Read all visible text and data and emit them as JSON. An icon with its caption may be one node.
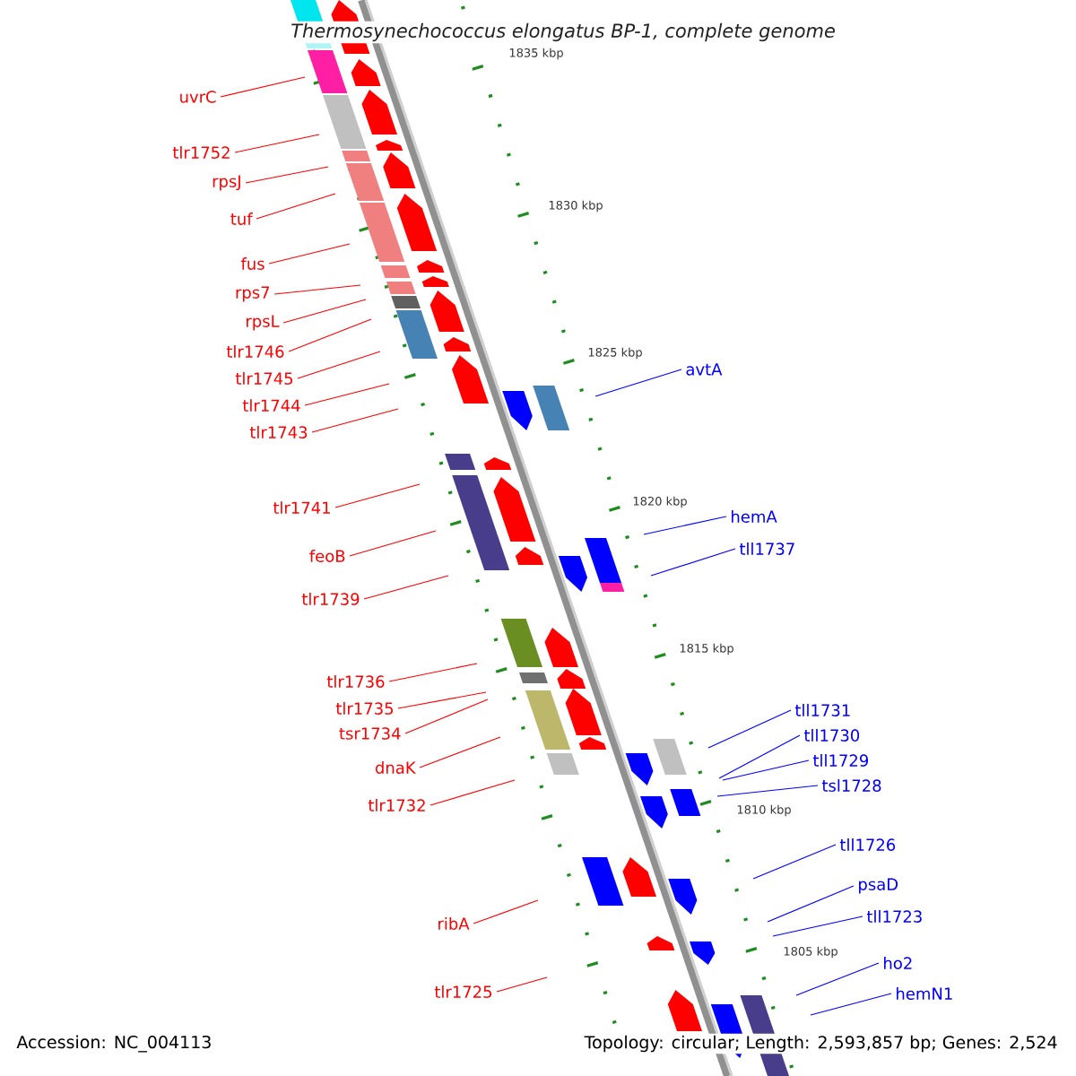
{
  "diagram": {
    "title": "*Thermosynechococcus elongatus BP-1, complete genome*",
    "nodes": [
      {
        "text": [
          "uvrC"
        ]
      },
      {
        "text": [
          "tlr1752"
        ]
      },
      {
        "text": [
          "rpsJ"
        ]
      },
      {
        "text": [
          "tuf"
        ]
      },
      {
        "text": [
          "fus"
        ]
      },
      {
        "text": [
          "rps7"
        ]
      },
      {
        "text": [
          "rpsL"
        ]
      },
      {
        "text": [
          "tlr1746"
        ]
      },
      {
        "text": [
          "tlr1745"
        ]
      },
      {
        "text": [
          "tlr1744"
        ]
      },
      {
        "text": [
          "tlr1743"
        ]
      },
      {
        "text": [
          "tlr1741"
        ]
      },
      {
        "text": [
          "feoB"
        ]
      },
      {
        "text": [
          "tlr1739"
        ]
      },
      {
        "text": [
          "tlr1736"
        ]
      },
      {
        "text": [
          "tlr1735"
        ]
      },
      {
        "text": [
          "tsr1734"
        ]
      },
      {
        "text": [
          "dnaK"
        ]
      },
      {
        "text": [
          "tlr1732"
        ]
      },
      {
        "text": [
          "ribA"
        ]
      },
      {
        "text": [
          "tlr1725"
        ]
      },
      {
        "text": [
          "avtA"
        ]
      },
      {
        "text": [
          "hemA"
        ]
      },
      {
        "text": [
          "tll1737"
        ]
      },
      {
        "text": [
          "tll1731"
        ]
      },
      {
        "text": [
          "tll1730"
        ]
      },
      {
        "text": [
          "tll1729"
        ]
      },
      {
        "text": [
          "tsl1728"
        ]
      },
      {
        "text": [
          "tll1726"
        ]
      },
      {
        "text": [
          "psaD"
        ]
      },
      {
        "text": [
          "tll1723"
        ]
      },
      {
        "text": [
          "ho2"
        ]
      },
      {
        "text": [
          "hemN1"
        ]
      }
    ],
    "edges": [
      {
        "from": 0,
        "to": null,
        "arrow": "none"
      },
      {
        "from": 1,
        "to": null,
        "arrow": "none"
      },
      {
        "from": 2,
        "to": null,
        "arrow": "none"
      },
      {
        "from": 3,
        "to": null,
        "arrow": "none"
      },
      {
        "from": 4,
        "to": null,
        "arrow": "none"
      },
      {
        "from": 5,
        "to": null,
        "arrow": "none"
      },
      {
        "from": 6,
        "to": null,
        "arrow": "none"
      },
      {
        "from": 7,
        "to": null,
        "arrow": "none"
      },
      {
        "from": 8,
        "to": null,
        "arrow": "none"
      },
      {
        "from": 9,
        "to": null,
        "arrow": "none"
      },
      {
        "from": 10,
        "to": null,
        "arrow": "none"
      },
      {
        "from": 11,
        "to": null,
        "arrow": "none"
      },
      {
        "from": 12,
        "to": null,
        "arrow": "none"
      },
      {
        "from": 13,
        "to": null,
        "arrow": "none"
      },
      {
        "from": 14,
        "to": null,
        "arrow": "none"
      },
      {
        "from": 15,
        "to": null,
        "arrow": "none"
      },
      {
        "from": 16,
        "to": null,
        "arrow": "none"
      },
      {
        "from": 17,
        "to": null,
        "arrow": "none"
      },
      {
        "from": 18,
        "to": null,
        "arrow": "none"
      },
      {
        "from": 19,
        "to": null,
        "arrow": "none"
      },
      {
        "from": 20,
        "to": null,
        "arrow": "none"
      },
      {
        "from": 21,
        "to": null,
        "arrow": "none",
        "color": "#0000ff"
      },
      {
        "from": 22,
        "to": null,
        "arrow": "none",
        "color": "#0000ff"
      },
      {
        "from": 23,
        "to": null,
        "arrow": "none",
        "color": "#0000ff"
      },
      {
        "from": 24,
        "to": null,
        "arrow": "none",
        "color": "#0000ff"
      },
      {
        "from": 25,
        "to": null,
        "arrow": "none",
        "color": "#0000ff"
      },
      {
        "from": 26,
        "to": null,
        "arrow": "none",
        "color": "#0000ff"
      },
      {
        "from": 27,
        "to": null,
        "arrow": "none",
        "color": "#0000ff"
      },
      {
        "from": 28,
        "to": null,
        "arrow": "none",
        "color": "#0000ff"
      },
      {
        "from": 29,
        "to": null,
        "arrow": "none",
        "color": "#0000ff"
      },
      {
        "from": 30,
        "to": null,
        "arrow": "none",
        "color": "#0000ff"
      },
      {
        "from": 31,
        "to": null,
        "arrow": "none",
        "color": "#0000ff"
      },
      {
        "from": 32,
        "to": null,
        "arrow": "none",
        "color": "#0000ff"
      }
    ],
    "labels": [
      "1835 kbp",
      "1830 kbp",
      "1825 kbp",
      "1820 kbp",
      "1815 kbp",
      "1810 kbp",
      "1805 kbp",
      "Accession: NC_004113",
      "Topology: circular; Length: 2,593,857 bp; Genes: 2,524"
    ]
  }
}
